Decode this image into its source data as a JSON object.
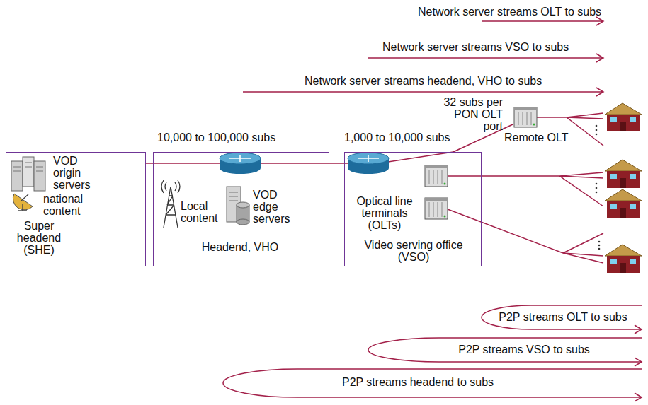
{
  "diagram": {
    "nodes": [
      {
        "text": [
          "VOD origin servers",
          "national content",
          "Super headend (SHE)"
        ]
      },
      {
        "text": [
          "Local content",
          "VOD edge servers",
          "Headend, VHO"
        ]
      },
      {
        "text": [
          "Optical line terminals (OLTs)",
          "Video serving office (VSO)"
        ]
      },
      {
        "text": [
          "Remote OLT"
        ]
      }
    ],
    "edges": [
      {
        "from": 0,
        "to": 1,
        "arrow": "none"
      },
      {
        "from": 1,
        "to": 2,
        "arrow": "none"
      },
      {
        "from": 2,
        "to": 3,
        "arrow": "none"
      }
    ],
    "labels": [
      "Network server streams OLT to subs",
      "Network server streams VSO to subs",
      "Network server streams headend, VHO to subs",
      "32 subs per PON OLT port",
      "10,000 to 100,000 subs",
      "1,000 to 10,000 subs",
      "P2P streams OLT to subs",
      "P2P streams VSO to subs",
      "P2P streams headend to subs"
    ]
  }
}
